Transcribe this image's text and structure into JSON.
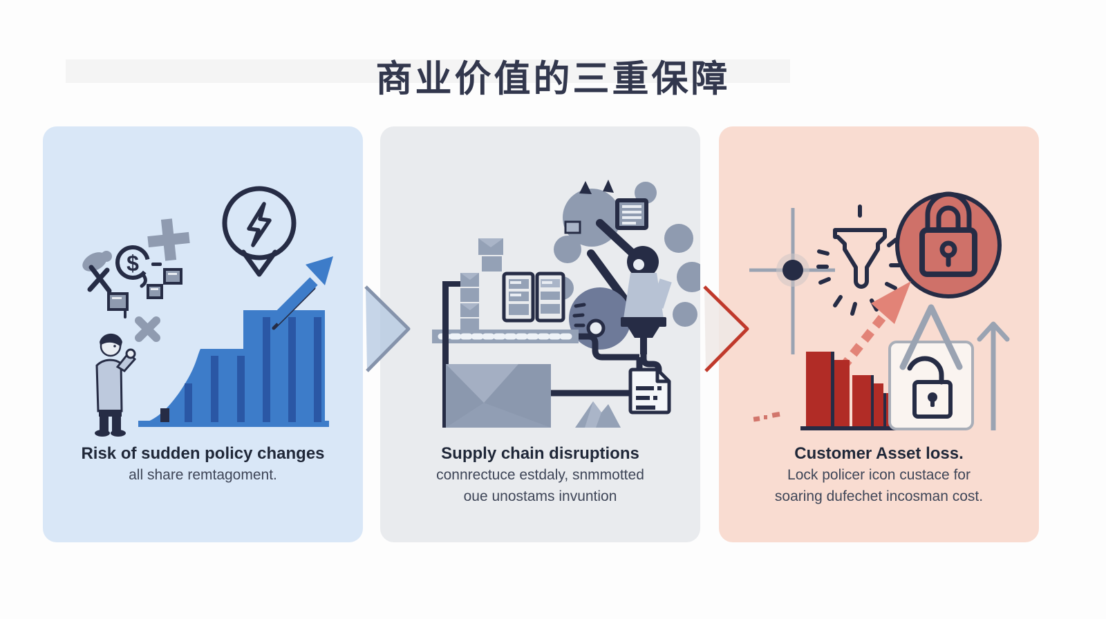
{
  "title": "商业价值的三重保障",
  "colors": {
    "title": "#32374d",
    "heading": "#1f2738",
    "sub": "#3e4557",
    "panel1_bg": "#d9e7f7",
    "panel2_bg": "#e9ebee",
    "panel3_bg": "#f9dcd1",
    "navy": "#262c45",
    "blue": "#3d7cc9",
    "blue_dark": "#2a57a5",
    "gray_icon": "#8f9bb0",
    "sweater": "#bdc9dd",
    "skin": "#e9edf3",
    "grayblue": "#94a1b6",
    "grayblue_light": "#aab5c8",
    "box_big": "#8b98ae",
    "disc": "#6e7a99",
    "tower": "#b7c2d4",
    "dots": "#eef2f7",
    "doc": "#f4f6f9",
    "red": "#b12c26",
    "red_dash": "#d2766c",
    "salmon_circle": "#cf7169",
    "salmon_arrow": "#e28377",
    "bag_bg": "#faf4f0",
    "bag_border": "#a9aeb8",
    "arrow_gray": "#9aa3b2",
    "chev1_fill": "#b6c9e2",
    "chev1_edge": "#8593ab",
    "chev2_fill": "#efe9e6",
    "chev2_edge": "#c0392b"
  },
  "panels": [
    {
      "id": "policy-risk",
      "heading": "Risk of sudden policy changes",
      "lines": [
        "all share remtagoment."
      ],
      "icons": [
        "person-figure",
        "growth-bar-chart",
        "up-right-arrow",
        "lightning-pin",
        "dollar-coin",
        "plus-cross",
        "x-mark",
        "speech-bubbles"
      ]
    },
    {
      "id": "supply-chain",
      "heading": "Supply chain disruptions",
      "lines": [
        "connrectuce estdaly, snmmotted",
        "oue unostams invuntion"
      ],
      "icons": [
        "process-ring",
        "screen",
        "robot-arm",
        "gear-disc",
        "machine-press",
        "conveyor-belt",
        "warehouse-boxes",
        "shelf-racks",
        "pipes",
        "document",
        "mountain"
      ]
    },
    {
      "id": "customer-asset",
      "heading": "Customer Asset loss.",
      "lines": [
        "Lock policer icon custace for",
        "soaring dufechet incosman cost."
      ],
      "icons": [
        "crosshair",
        "funnel-burst",
        "lock-circle",
        "declining-bars",
        "dashed-rising-arrow",
        "shopping-bag-open-lock",
        "up-arrow"
      ]
    }
  ]
}
